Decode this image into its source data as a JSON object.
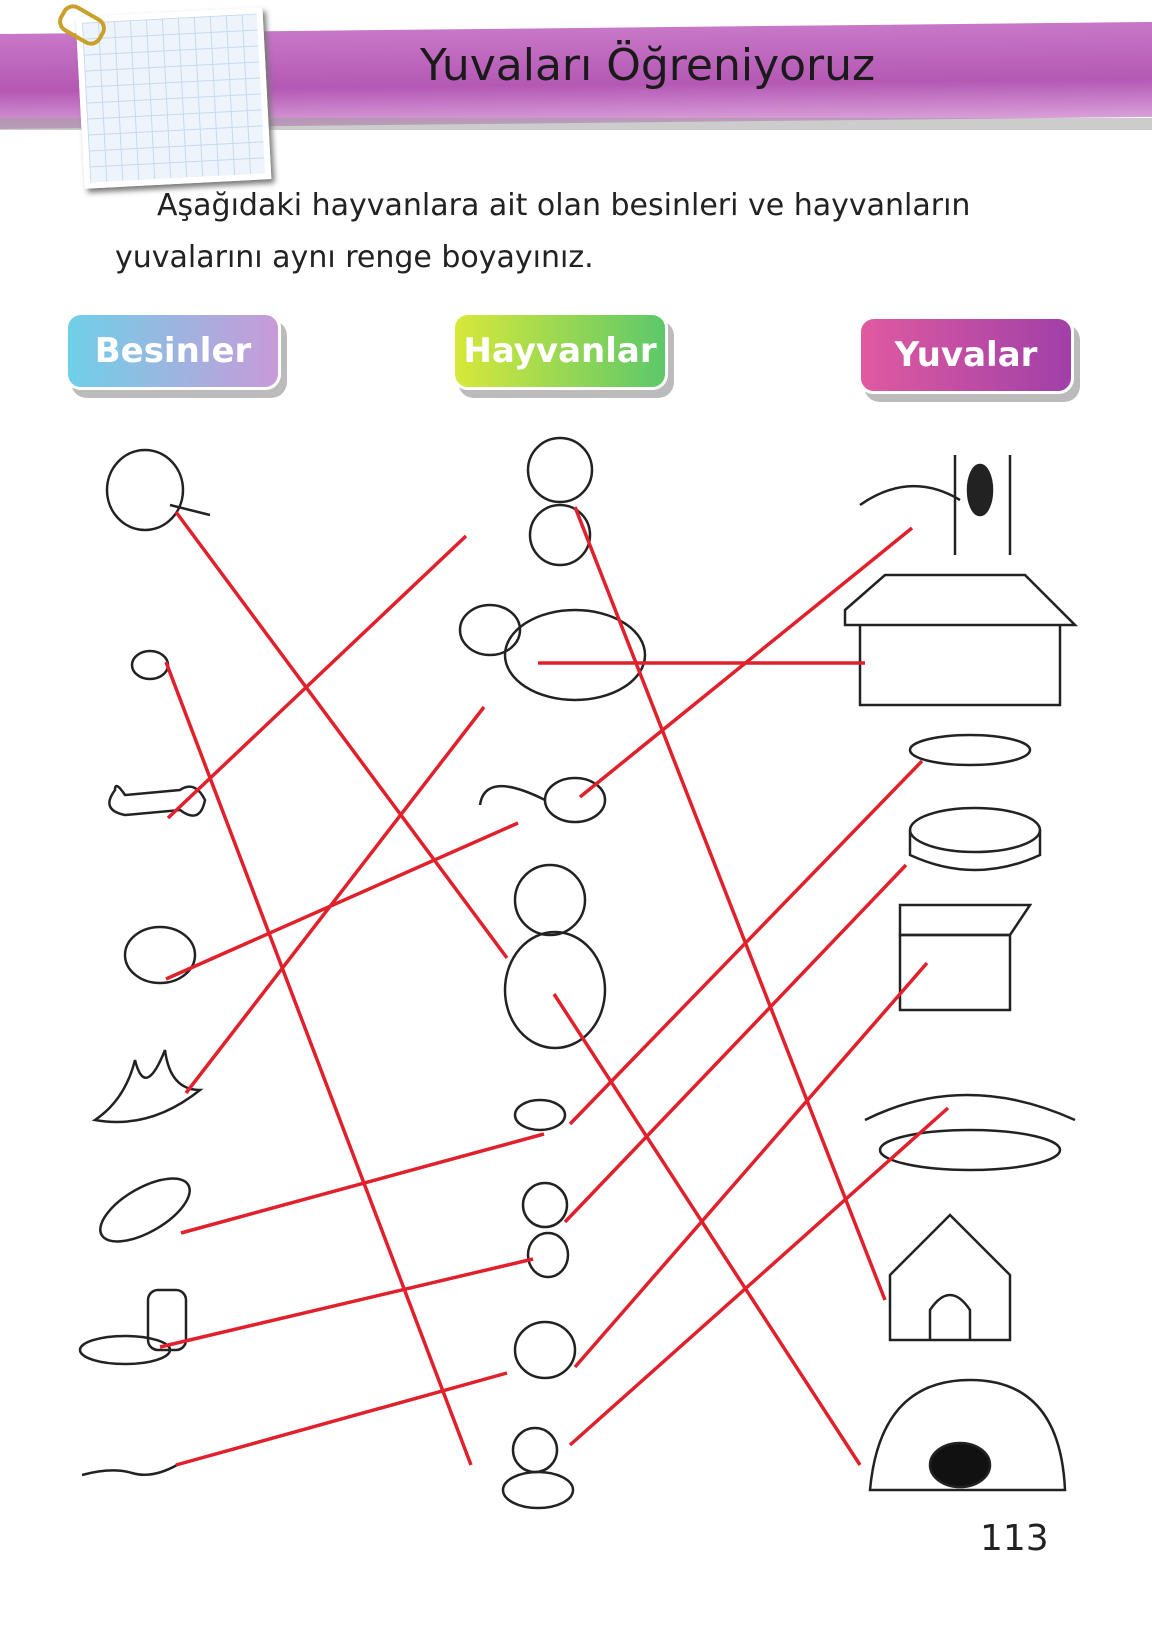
{
  "header": {
    "title": "Yuvaları Öğreniyoruz"
  },
  "instruction": "Aşağıdaki hayvanlara ait olan besinleri ve hayvanların yuvalarını aynı renge boyayınız.",
  "columns": {
    "foods": "Besinler",
    "animals": "Hayvanlar",
    "homes": "Yuvalar"
  },
  "page_number": "113",
  "colors": {
    "line": "#e0202a",
    "banner": "#b458b4"
  }
}
